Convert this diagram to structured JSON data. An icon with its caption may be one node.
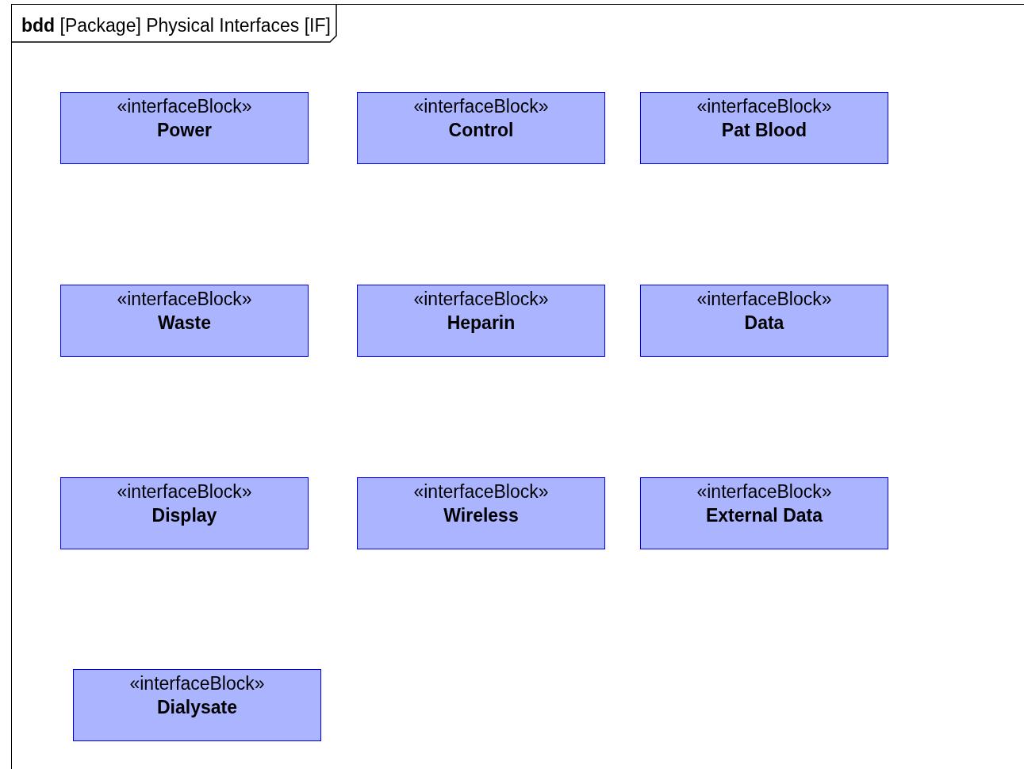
{
  "diagram": {
    "nodes": [
      {
        "text": [
          "**bdd** [Package] Physical Interfaces [IF]"
        ]
      },
      {
        "text": [
          "«interfaceBlock»",
          "Power"
        ],
        "in": 0
      },
      {
        "text": [
          "«interfaceBlock»",
          "Control"
        ],
        "in": 0
      },
      {
        "text": [
          "«interfaceBlock»",
          "Pat Blood"
        ],
        "in": 0
      },
      {
        "text": [
          "«interfaceBlock»",
          "Waste"
        ],
        "in": 0
      },
      {
        "text": [
          "«interfaceBlock»",
          "Heparin"
        ],
        "in": 0
      },
      {
        "text": [
          "«interfaceBlock»",
          "Data"
        ],
        "in": 0
      },
      {
        "text": [
          "«interfaceBlock»",
          "Display"
        ],
        "in": 0
      },
      {
        "text": [
          "«interfaceBlock»",
          "Wireless"
        ],
        "in": 0
      },
      {
        "text": [
          "«interfaceBlock»",
          "External Data"
        ],
        "in": 0
      },
      {
        "text": [
          "«interfaceBlock»",
          "Dialysate"
        ],
        "in": 0
      }
    ]
  }
}
